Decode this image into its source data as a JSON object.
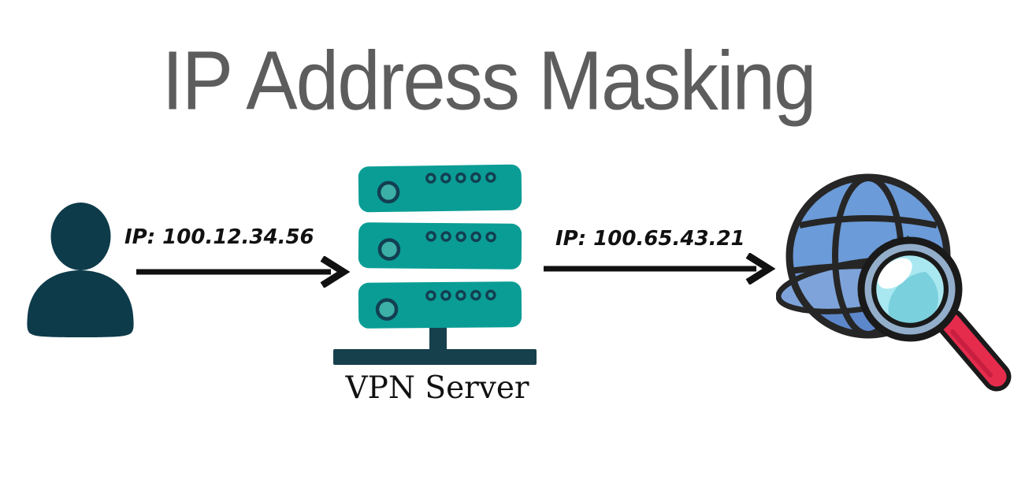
{
  "title": "IP Address Masking",
  "flow": {
    "source_ip_label": "IP: 100.12.34.56",
    "masked_ip_label": "IP: 100.65.43.21",
    "server_label": "VPN Server"
  },
  "icons": {
    "left": "user-silhouette-icon",
    "middle": "vpn-server-stack-icon",
    "right": "globe-magnifier-icon",
    "connectors": "right-arrow-icon"
  },
  "colors": {
    "title_gray": "#5d5d5d",
    "ink": "#111111",
    "person_dark": "#0d3b4a",
    "server_teal": "#0a9d95",
    "server_circle": "#3cafa6",
    "server_dot": "#1aa59c",
    "server_dark": "#17404d",
    "server_line": "#123f52",
    "globe_blue": "#6b9bd8",
    "globe_shade": "#5d87cb",
    "rim_light": "#7ea3da",
    "grid_ink": "#262626",
    "rim_steel": "#93aecb",
    "lens_cyan": "#a9e8f1",
    "lens_deep": "#7bd0dd",
    "handle_red": "#e62c4d",
    "handle_dark": "#c81f40"
  }
}
